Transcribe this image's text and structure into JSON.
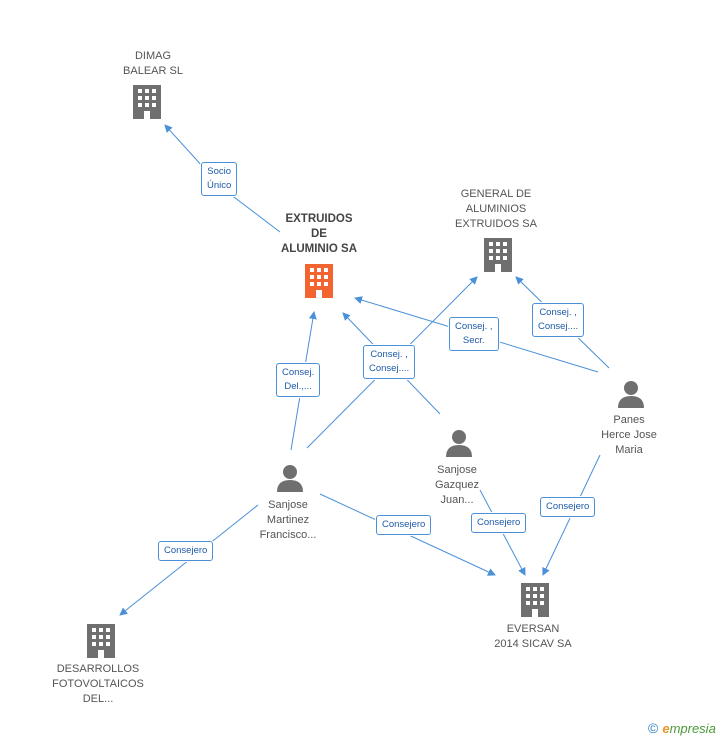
{
  "nodes": {
    "dimag": {
      "lines": [
        "DIMAG",
        "BALEAR SL"
      ],
      "type": "company"
    },
    "extruidos": {
      "lines": [
        "EXTRUIDOS",
        "DE",
        "ALUMINIO SA"
      ],
      "type": "main-company"
    },
    "general": {
      "lines": [
        "GENERAL DE",
        "ALUMINIOS",
        "EXTRUIDOS SA"
      ],
      "type": "company"
    },
    "panes": {
      "lines": [
        "Panes",
        "Herce Jose",
        "Maria"
      ],
      "type": "person"
    },
    "gazquez": {
      "lines": [
        "Sanjose",
        "Gazquez",
        "Juan..."
      ],
      "type": "person"
    },
    "martinez": {
      "lines": [
        "Sanjose",
        "Martinez",
        "Francisco..."
      ],
      "type": "person"
    },
    "eversan": {
      "lines": [
        "EVERSAN",
        "2014 SICAV SA"
      ],
      "type": "company"
    },
    "desarrollos": {
      "lines": [
        "DESARROLLOS",
        "FOTOVOLTAICOS",
        "DEL..."
      ],
      "type": "company"
    }
  },
  "edges": {
    "socio_unico": {
      "lines": [
        "Socio",
        "Único"
      ]
    },
    "consej_del": {
      "lines": [
        "Consej.",
        "Del.,..."
      ]
    },
    "consej_consej_mid": {
      "lines": [
        "Consej. ,",
        "Consej...."
      ]
    },
    "consej_secr": {
      "lines": [
        "Consej. ,",
        "Secr."
      ]
    },
    "consej_consej_right": {
      "lines": [
        "Consej. ,",
        "Consej...."
      ]
    },
    "consejero_left": {
      "lines": [
        "Consejero"
      ]
    },
    "consejero_mid": {
      "lines": [
        "Consejero"
      ]
    },
    "consejero_gazquez": {
      "lines": [
        "Consejero"
      ]
    },
    "consejero_panes": {
      "lines": [
        "Consejero"
      ]
    }
  },
  "colors": {
    "edge": "#4a90d9",
    "company_icon": "#6f6f6f",
    "main_company_icon": "#f26531",
    "person_icon": "#6f6f6f"
  },
  "footer": {
    "copyright_symbol": "©",
    "brand_first_letter": "e",
    "brand_rest": "mpresia"
  }
}
